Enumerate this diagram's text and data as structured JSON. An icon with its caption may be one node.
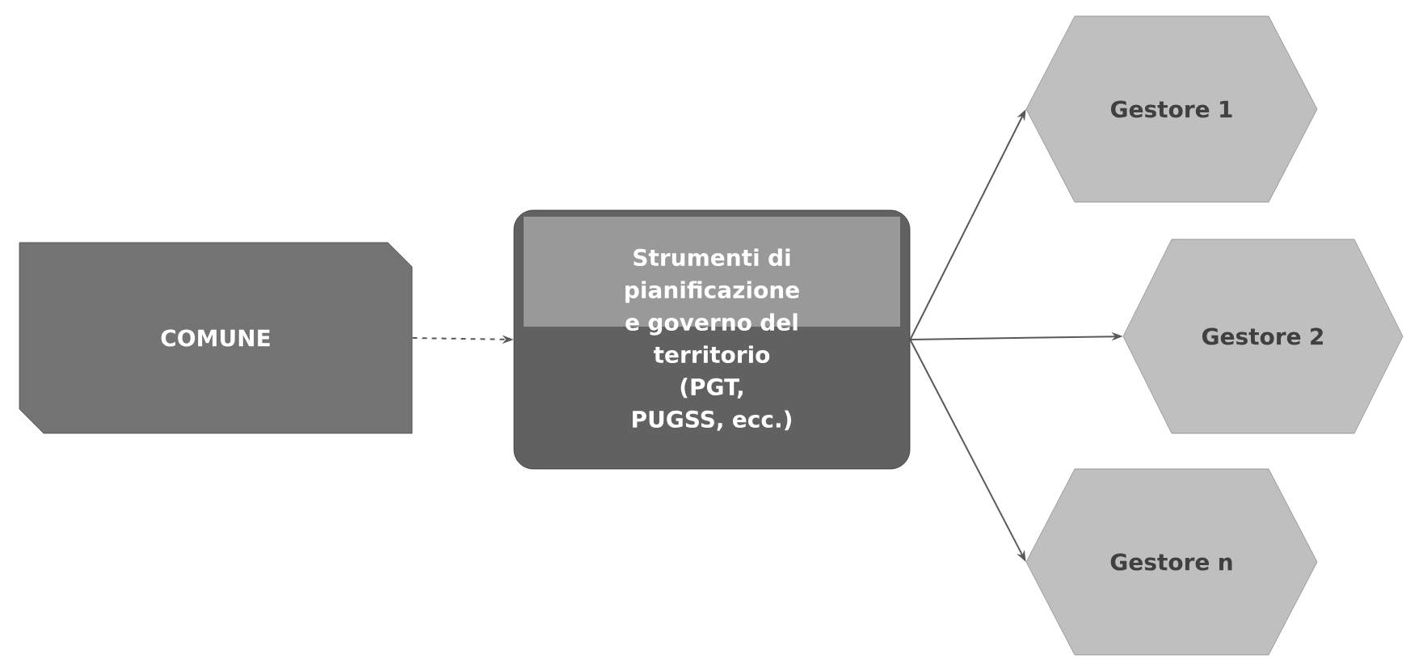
{
  "diagram": {
    "nodes": [
      {
        "text": [
          "COMUNE"
        ]
      },
      {
        "text": [
          "Strumenti di pianificazione e governo del territorio (PGT, PUGSS, ecc.)"
        ]
      },
      {
        "text": [
          "Gestore 1"
        ]
      },
      {
        "text": [
          "Gestore 2"
        ]
      },
      {
        "text": [
          "Gestore n"
        ]
      }
    ],
    "edges": [
      {
        "from": 0,
        "to": 1,
        "arrow": "to",
        "style": "dashed"
      },
      {
        "from": 1,
        "to": 2,
        "arrow": "to"
      },
      {
        "from": 1,
        "to": 3,
        "arrow": "to"
      },
      {
        "from": 1,
        "to": 4,
        "arrow": "to"
      }
    ]
  }
}
